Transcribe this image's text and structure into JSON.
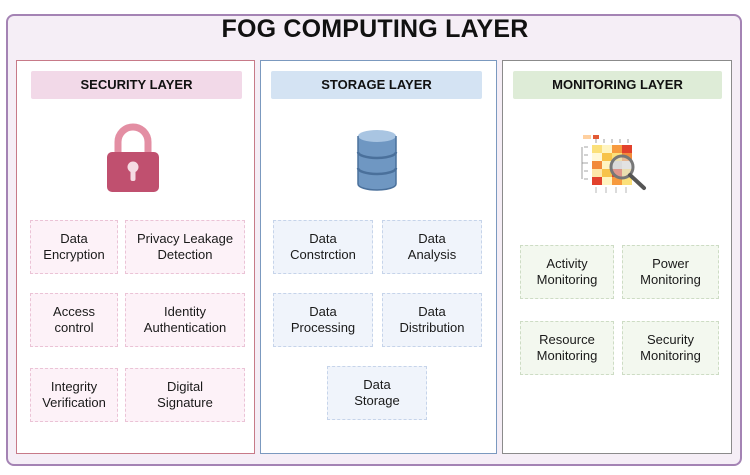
{
  "title": "FOG COMPUTING LAYER",
  "colors": {
    "outer_bg": "#f5eef6",
    "outer_border": "#a483b4",
    "security_accent": "#c0506f",
    "storage_accent": "#5f88b4",
    "monitoring_accent": "#deecd7"
  },
  "security": {
    "header": "SECURITY LAYER",
    "icon": "lock-icon",
    "items": [
      {
        "line1": "Data",
        "line2": "Encryption"
      },
      {
        "line1": "Privacy Leakage",
        "line2": "Detection"
      },
      {
        "line1": "Access",
        "line2": "control"
      },
      {
        "line1": "Identity",
        "line2": "Authentication"
      },
      {
        "line1": "Integrity",
        "line2": "Verification"
      },
      {
        "line1": "Digital",
        "line2": "Signature"
      }
    ]
  },
  "storage": {
    "header": "STORAGE LAYER",
    "icon": "database-icon",
    "items": [
      {
        "line1": "Data",
        "line2": "Constrction"
      },
      {
        "line1": "Data",
        "line2": "Analysis"
      },
      {
        "line1": "Data",
        "line2": "Processing"
      },
      {
        "line1": "Data",
        "line2": "Distribution"
      },
      {
        "line1": "Data",
        "line2": "Storage"
      }
    ]
  },
  "monitoring": {
    "header": "MONITORING LAYER",
    "icon": "heatmap-magnifier-icon",
    "items": [
      {
        "line1": "Activity",
        "line2": "Monitoring"
      },
      {
        "line1": "Power",
        "line2": "Monitoring"
      },
      {
        "line1": "Resource",
        "line2": "Monitoring"
      },
      {
        "line1": "Security",
        "line2": "Monitoring"
      }
    ]
  }
}
